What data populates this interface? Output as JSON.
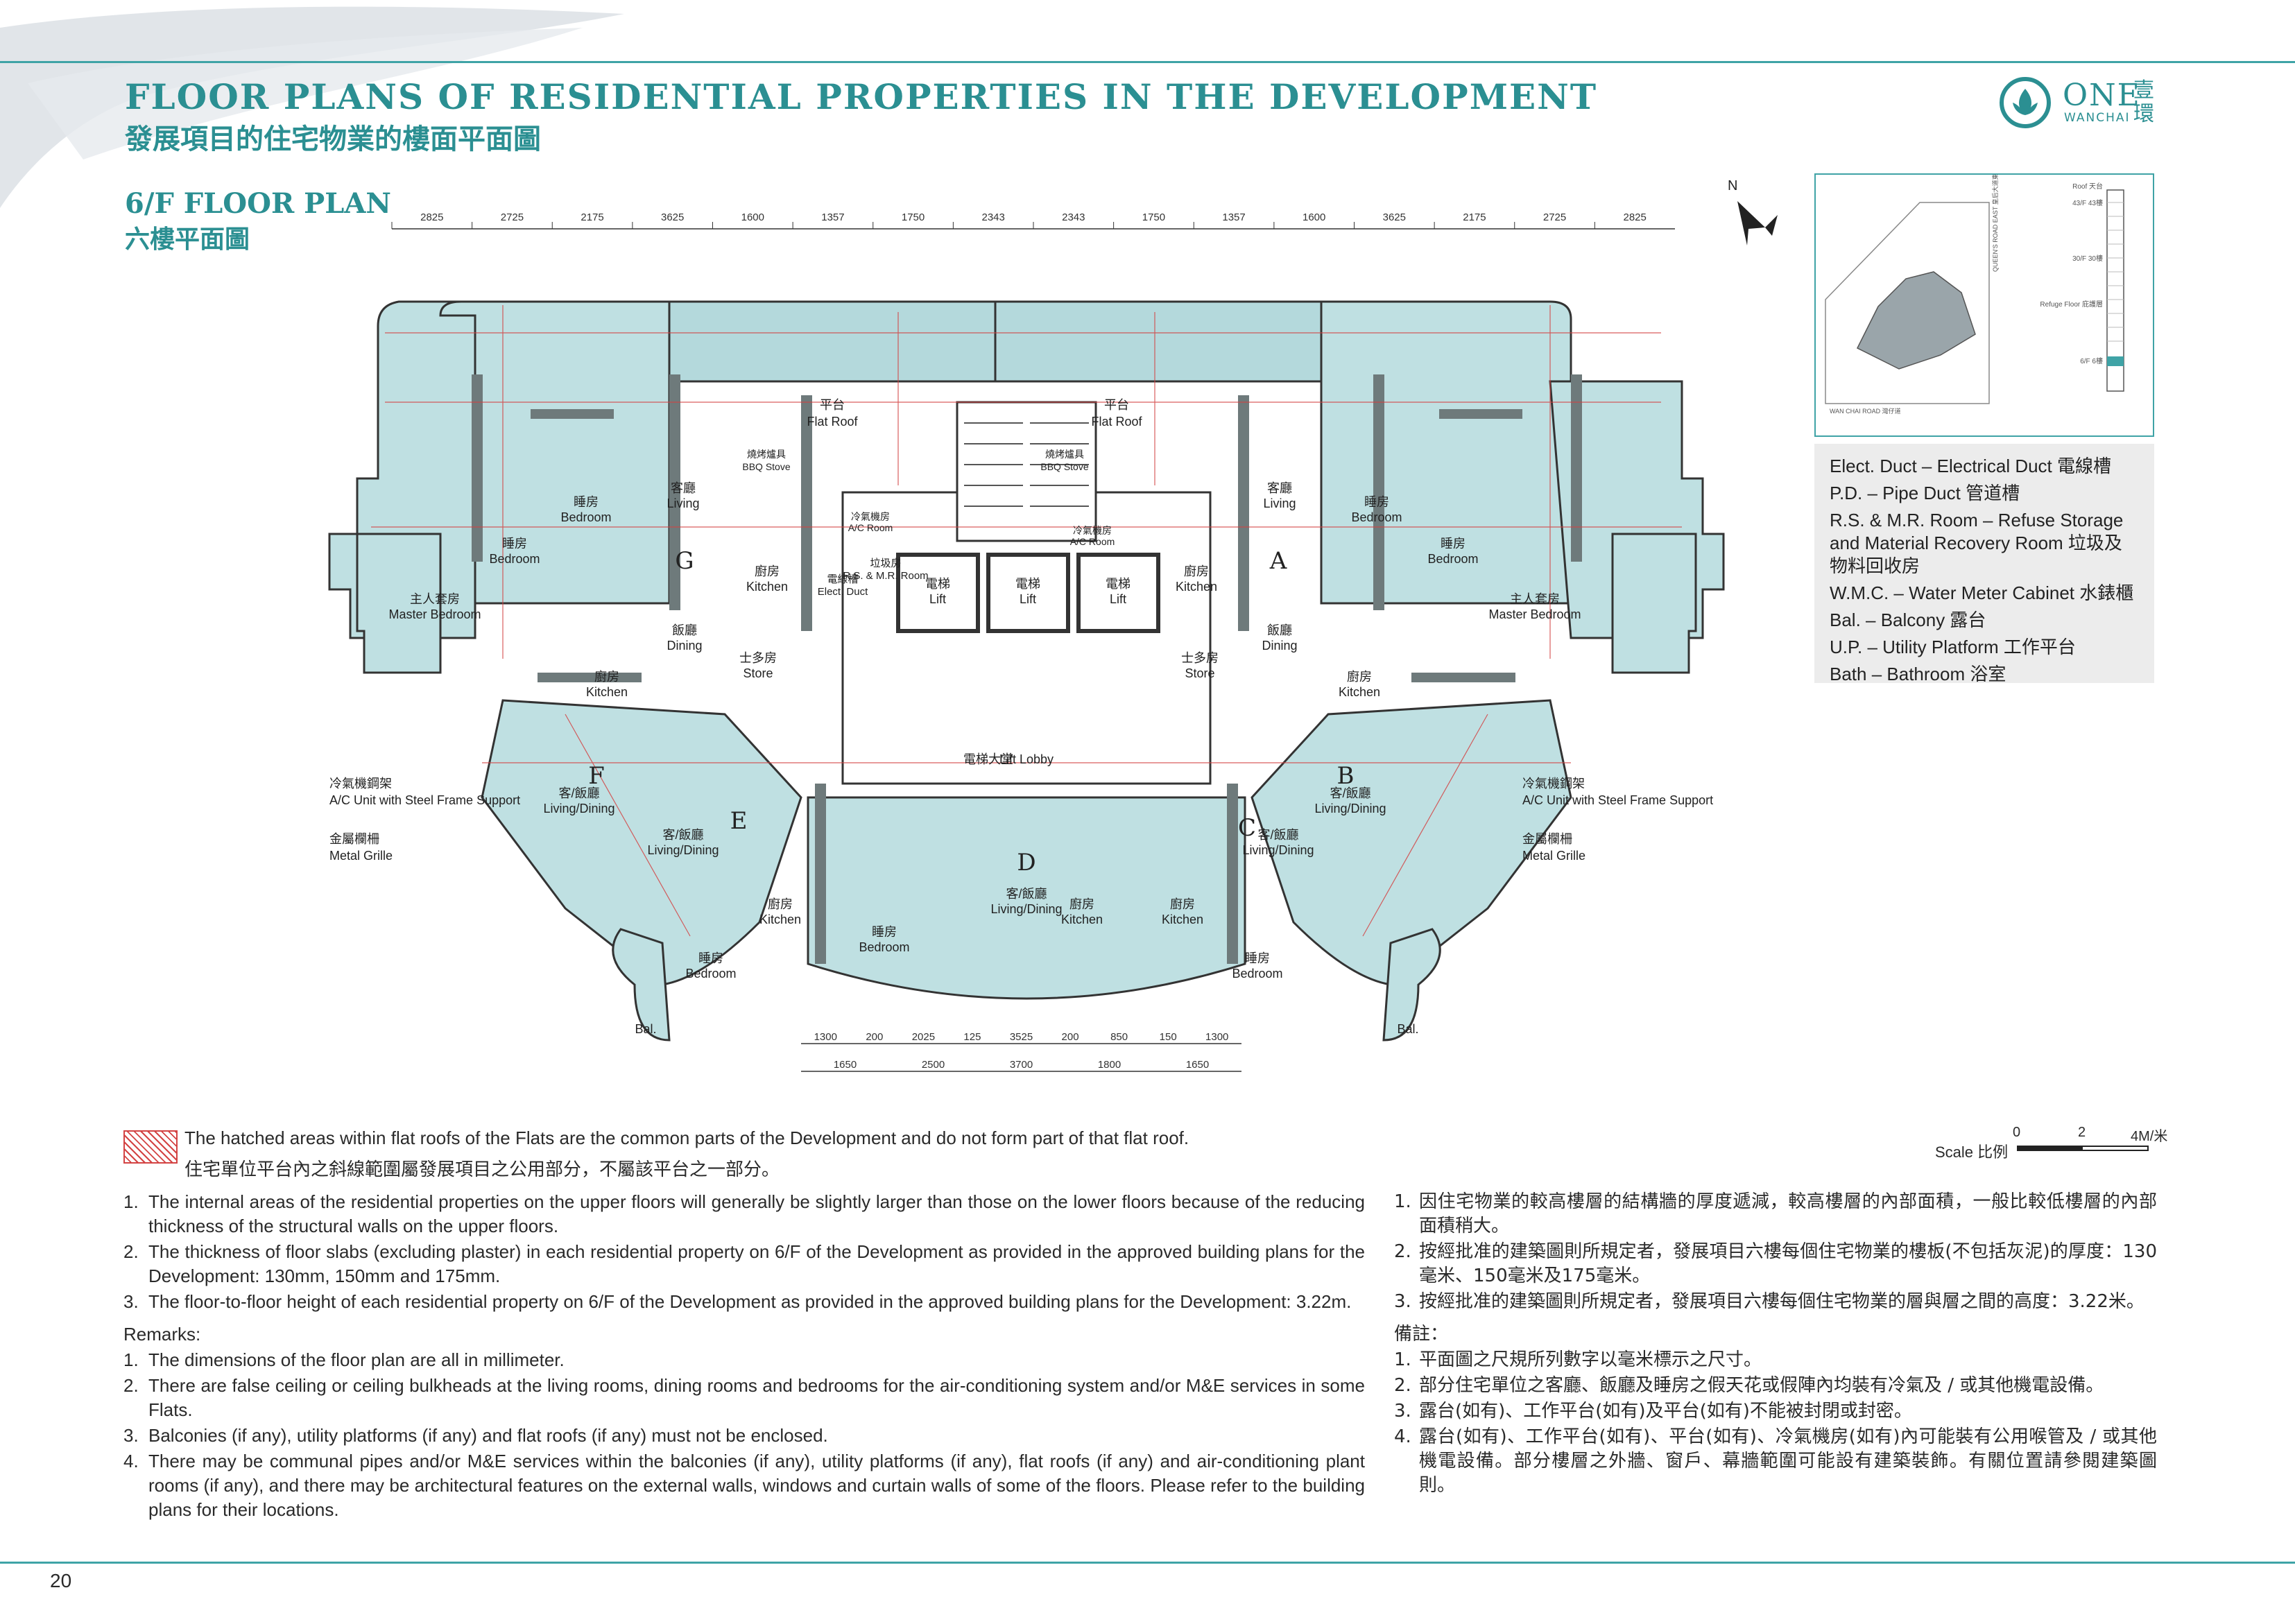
{
  "header": {
    "title_en": "FLOOR PLANS OF RESIDENTIAL PROPERTIES IN THE DEVELOPMENT",
    "title_zh": "發展項目的住宅物業的樓面平面圖",
    "plan_en": "6/F FLOOR PLAN",
    "plan_zh": "六樓平面圖"
  },
  "logo": {
    "name": "ONE",
    "sub": "WANCHAI",
    "zh": "壹環",
    "icon": "lotus-logo-icon"
  },
  "colors": {
    "accent": "#2b8f92",
    "rule": "#3fa3a6",
    "unit_fill": "#bfe0e2",
    "core_fill": "#7f8c8d",
    "hatch": "#d34343"
  },
  "plan": {
    "north": "N",
    "top_dims": [
      "2825",
      "2725",
      "2175",
      "3625",
      "1600",
      "1357",
      "1750",
      "2343",
      "2343",
      "1750",
      "1357",
      "1600",
      "3625",
      "2175",
      "2725",
      "2825"
    ],
    "units": [
      "A",
      "B",
      "C",
      "D",
      "E",
      "F",
      "G"
    ],
    "labels": {
      "flat_roof_zh": "平台",
      "flat_roof_en": "Flat Roof",
      "bbq_zh": "燒烤爐具",
      "bbq_en": "BBQ Stove",
      "living_zh": "客廳",
      "living_en": "Living",
      "bedroom_zh": "睡房",
      "bedroom_en": "Bedroom",
      "master_zh": "主人套房",
      "master_en": "Master Bedroom",
      "kitchen_zh": "廚房",
      "kitchen_en": "Kitchen",
      "dining_zh": "飯廳",
      "dining_en": "Dining",
      "store_zh": "士多房",
      "store_en": "Store",
      "lobby_zh": "電梯大堂",
      "lobby_en": "Lift Lobby",
      "lift_zh": "電梯",
      "lift_en": "Lift",
      "ld_zh": "客/飯廳",
      "ld_en": "Living/Dining",
      "ac_zh": "冷氣機鋼架",
      "ac_en": "A/C Unit with Steel Frame Support",
      "grille_zh": "金屬欄柵",
      "grille_en": "Metal Grille",
      "bal": "Bal.",
      "elect_zh": "電線槽",
      "elect_en": "Elect. Duct",
      "rs_zh": "垃圾房",
      "rs_en": "R.S. & M.R. Room",
      "acroom_zh": "冷氣機房",
      "acroom_en": "A/C Room"
    },
    "bottom_dims": [
      "1300",
      "200",
      "2025",
      "125",
      "3525",
      "200",
      "850",
      "150",
      "1300",
      "1650",
      "2500",
      "3700",
      "1800",
      "1650"
    ]
  },
  "key_plan": {
    "levels": [
      "Roof 天台",
      "43/F 43樓",
      "30/F 30樓",
      "Refuge Floor 庇護層",
      "6/F 6樓"
    ],
    "road": "WAN CHAI ROAD 灣仔道",
    "road2": "QUEEN'S ROAD EAST 皇后大道東"
  },
  "legend": [
    "Elect. Duct – Electrical Duct 電線槽",
    "P.D. – Pipe Duct 管道槽",
    "R.S. & M.R. Room – Refuse Storage and Material Recovery Room 垃圾及物料回收房",
    "W.M.C. – Water Meter Cabinet 水錶櫃",
    "Bal. – Balcony 露台",
    "U.P. – Utility Platform 工作平台",
    "Bath – Bathroom 浴室"
  ],
  "hatch_note": {
    "en": "The hatched areas within flat roofs of the Flats are the common parts of the Development and do not form part of that flat roof.",
    "zh": "住宅單位平台內之斜線範圍屬發展項目之公用部分，不屬該平台之一部分。"
  },
  "scale": {
    "label": "Scale 比例",
    "zero": "0",
    "mid": "2",
    "max": "4M/米"
  },
  "notes_en": [
    "The internal areas of the residential properties on the upper floors will generally be slightly larger than those on the lower floors because of the reducing thickness of the structural walls on the upper floors.",
    "The thickness of floor slabs (excluding plaster) in each residential property on 6/F of the Development as provided in the approved building plans for the Development: 130mm, 150mm and 175mm.",
    "The floor-to-floor height of each residential property on 6/F of the Development as provided in the approved building plans for the Development: 3.22m."
  ],
  "remarks_en_title": "Remarks:",
  "remarks_en": [
    "The dimensions of the floor plan are all in millimeter.",
    "There are false ceiling or ceiling bulkheads at the living rooms, dining rooms and bedrooms for the air-conditioning system and/or M&E services in some Flats.",
    "Balconies (if any), utility platforms (if any) and flat roofs (if any) must not be enclosed.",
    "There may be communal pipes and/or M&E services within the balconies (if any), utility platforms (if any), flat roofs (if any) and air-conditioning plant rooms (if any), and there may be architectural features on the external walls, windows and curtain walls of some of the floors. Please refer to the building plans for their locations."
  ],
  "notes_zh": [
    "因住宅物業的較高樓層的結構牆的厚度遞減，較高樓層的內部面積，一般比較低樓層的內部面積稍大。",
    "按經批准的建築圖則所規定者，發展項目六樓每個住宅物業的樓板(不包括灰泥)的厚度：130毫米、150毫米及175毫米。",
    "按經批准的建築圖則所規定者，發展項目六樓每個住宅物業的層與層之間的高度：3.22米。"
  ],
  "remarks_zh_title": "備註：",
  "remarks_zh": [
    "平面圖之尺規所列數字以毫米標示之尺寸。",
    "部分住宅單位之客廳、飯廳及睡房之假天花或假陣內均裝有冷氣及 / 或其他機電設備。",
    "露台(如有)、工作平台(如有)及平台(如有)不能被封閉或封密。",
    "露台(如有)、工作平台(如有)、平台(如有)、冷氣機房(如有)內可能裝有公用喉管及 / 或其他機電設備。部分樓層之外牆、窗戶、幕牆範圍可能設有建築裝飾。有關位置請參閱建築圖則。"
  ],
  "page_number": "20"
}
